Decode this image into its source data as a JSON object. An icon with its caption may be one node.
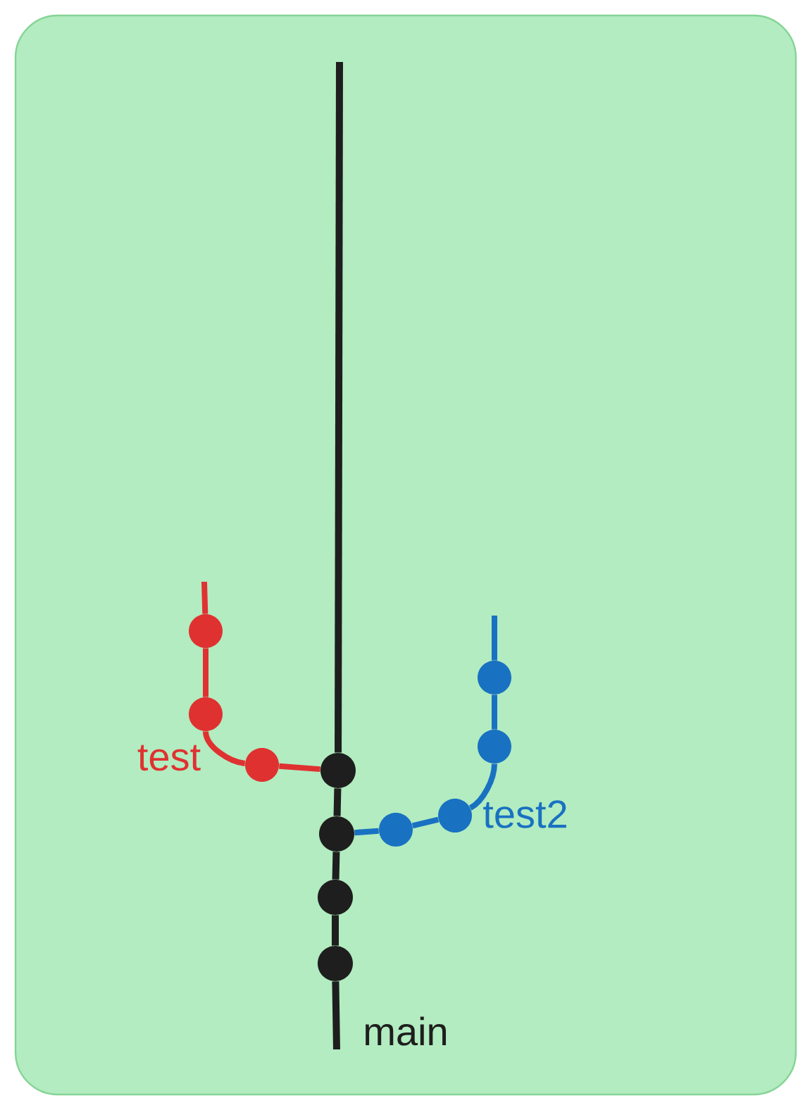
{
  "diagram": {
    "nodes": [
      {
        "text": [],
        "shape": "circle"
      },
      {
        "text": [],
        "shape": "circle"
      },
      {
        "text": [],
        "shape": "circle"
      },
      {
        "text": [],
        "shape": "circle"
      },
      {
        "text": [],
        "shape": "circle"
      },
      {
        "text": [],
        "shape": "circle"
      },
      {
        "text": [],
        "shape": "circle"
      },
      {
        "text": [],
        "shape": "circle"
      },
      {
        "text": [],
        "shape": "circle"
      },
      {
        "text": [],
        "shape": "circle"
      },
      {
        "text": [],
        "shape": "circle"
      }
    ],
    "edges": [
      {
        "from": 10,
        "to": 9,
        "arrow": "none"
      },
      {
        "from": 9,
        "to": 8,
        "arrow": "none"
      },
      {
        "from": 8,
        "to": 5,
        "arrow": "none"
      },
      {
        "from": 5,
        "to": null,
        "arrow": "none"
      },
      {
        "from": 10,
        "to": null,
        "arrow": "none"
      },
      {
        "from": 5,
        "to": 4,
        "arrow": "none",
        "color": "#e03131"
      },
      {
        "from": 4,
        "to": 2,
        "arrow": "none",
        "color": "#e03131"
      },
      {
        "from": 2,
        "to": 0,
        "arrow": "none",
        "color": "#e03131"
      },
      {
        "from": 0,
        "to": null,
        "arrow": "none",
        "color": "#e03131"
      },
      {
        "from": 8,
        "to": 7,
        "arrow": "none",
        "color": "#1971c2"
      },
      {
        "from": 7,
        "to": 6,
        "arrow": "none",
        "color": "#1971c2"
      },
      {
        "from": 6,
        "to": 3,
        "arrow": "none",
        "color": "#1971c2"
      },
      {
        "from": 3,
        "to": 1,
        "arrow": "none",
        "color": "#1971c2"
      },
      {
        "from": 1,
        "to": null,
        "arrow": "none",
        "color": "#1971c2"
      }
    ],
    "labels": [
      "test",
      "test2",
      "main"
    ]
  }
}
